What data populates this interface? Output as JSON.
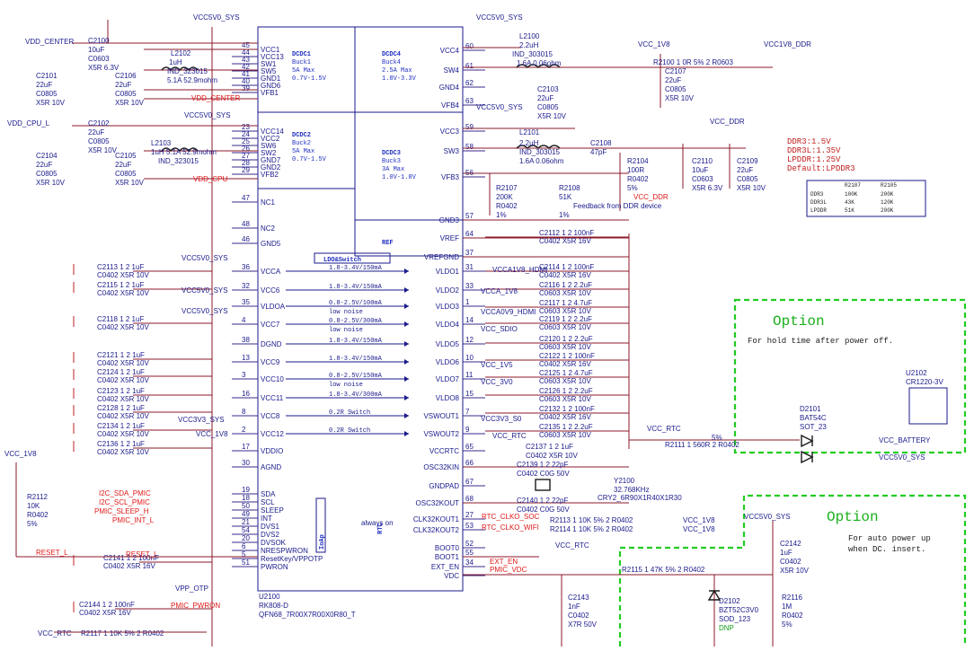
{
  "chip": {
    "ref": "U2100",
    "part": "RK808-D",
    "pkg": "QFN68_7R00X7R00X0R80_T",
    "blocks": {
      "dcdc1": [
        "DCDC1",
        "Buck1",
        "5A Max",
        "0.7V-1.5V"
      ],
      "dcdc2": [
        "DCDC2",
        "Buck2",
        "5A Max",
        "0.7V-1.5V"
      ],
      "dcdc3": [
        "DCDC3",
        "Buck3",
        "3A Max",
        "1.0V-1.8V"
      ],
      "dcdc4": [
        "DCDC4",
        "Buck4",
        "2.5A Max",
        "1.8V-3.3V"
      ],
      "ref": "REF",
      "ldo_switch": "LDO&Switch",
      "rtc": [
        "RTC",
        "always on"
      ],
      "ioap": "IoAp"
    },
    "left_pins": [
      {
        "num": "45",
        "name": "VCC1"
      },
      {
        "num": "44",
        "name": "VCC13"
      },
      {
        "num": "43",
        "name": "SW1"
      },
      {
        "num": "42",
        "name": "SW5"
      },
      {
        "num": "41",
        "name": "GND1"
      },
      {
        "num": "40",
        "name": "GND6"
      },
      {
        "num": "39",
        "name": "VFB1"
      },
      {
        "num": "23",
        "name": "VCC14"
      },
      {
        "num": "24",
        "name": "VCC2"
      },
      {
        "num": "25",
        "name": "SW6"
      },
      {
        "num": "26",
        "name": "SW2"
      },
      {
        "num": "27",
        "name": "GND7"
      },
      {
        "num": "28",
        "name": "GND2"
      },
      {
        "num": "29",
        "name": "VFB2"
      },
      {
        "num": "47",
        "name": "NC1"
      },
      {
        "num": "48",
        "name": "NC2"
      },
      {
        "num": "46",
        "name": "GND5"
      },
      {
        "num": "36",
        "name": "VCCA"
      },
      {
        "num": "32",
        "name": "VCC6"
      },
      {
        "num": "35",
        "name": "VLDOA"
      },
      {
        "num": "4",
        "name": "VCC7"
      },
      {
        "num": "38",
        "name": "DGND"
      },
      {
        "num": "13",
        "name": "VCC9"
      },
      {
        "num": "3",
        "name": "VCC10"
      },
      {
        "num": "16",
        "name": "VCC11"
      },
      {
        "num": "8",
        "name": "VCC8"
      },
      {
        "num": "2",
        "name": "VCC12"
      },
      {
        "num": "17",
        "name": "VDDIO"
      },
      {
        "num": "30",
        "name": "AGND"
      },
      {
        "num": "19",
        "name": "SDA"
      },
      {
        "num": "18",
        "name": "SCL"
      },
      {
        "num": "50",
        "name": "SLEEP"
      },
      {
        "num": "49",
        "name": "INT"
      },
      {
        "num": "21",
        "name": "DVS1"
      },
      {
        "num": "54",
        "name": "DVS2"
      },
      {
        "num": "20",
        "name": "DVSOK"
      },
      {
        "num": "6",
        "name": "NRESPWRON"
      },
      {
        "num": "5",
        "name": "ResetKey/VPPOTP"
      },
      {
        "num": "51",
        "name": "PWRON"
      }
    ],
    "right_pins": [
      {
        "num": "60",
        "name": "VCC4"
      },
      {
        "num": "61",
        "name": "SW4"
      },
      {
        "num": "62",
        "name": "GND4"
      },
      {
        "num": "63",
        "name": "VFB4"
      },
      {
        "num": "59",
        "name": "VCC3"
      },
      {
        "num": "58",
        "name": "SW3"
      },
      {
        "num": "56",
        "name": "VFB3"
      },
      {
        "num": "57",
        "name": "GND3"
      },
      {
        "num": "64",
        "name": "VREF"
      },
      {
        "num": "37",
        "name": "VREFGND"
      },
      {
        "num": "31",
        "name": "VLDO1"
      },
      {
        "num": "33",
        "name": "VLDO2"
      },
      {
        "num": "1",
        "name": "VLDO3"
      },
      {
        "num": "14",
        "name": "VLDO4"
      },
      {
        "num": "12",
        "name": "VLDO5"
      },
      {
        "num": "10",
        "name": "VLDO6"
      },
      {
        "num": "11",
        "name": "VLDO7"
      },
      {
        "num": "15",
        "name": "VLDO8"
      },
      {
        "num": "7",
        "name": "VSWOUT1"
      },
      {
        "num": "9",
        "name": "VSWOUT2"
      },
      {
        "num": "65",
        "name": "VCCRTC"
      },
      {
        "num": "66",
        "name": "OSC32KIN"
      },
      {
        "num": "67",
        "name": "GNDPAD"
      },
      {
        "num": "68",
        "name": "OSC32KOUT"
      },
      {
        "num": "27",
        "name": "CLK32KOUT1"
      },
      {
        "num": "53",
        "name": "CLK32KOUT2"
      },
      {
        "num": "52",
        "name": "BOOT0"
      },
      {
        "num": "55",
        "name": "BOOT1"
      },
      {
        "num": "34",
        "name": "EXT_EN"
      },
      {
        "num": "",
        "name": "VDC"
      }
    ],
    "ldo_specs": [
      "1.8-3.4V/150mA",
      "1.8-3.4V/150mA",
      "0.8-2.5V/100mA low noise",
      "0.8-2.5V/300mA low noise",
      "1.8-3.4V/150mA",
      "1.8-3.4V/150mA",
      "0.8-2.5V/150mA low noise",
      "1.8-3.4V/300mA",
      "0.2R Switch",
      "0.2R Switch"
    ]
  },
  "nets": {
    "vcc5v0_sys": "VCC5V0_SYS",
    "vdd_center": "VDD_CENTER",
    "vdd_cpu_l": "VDD_CPU_L",
    "vcc_1v8": "VCC_1V8",
    "vcc1v8_ddr": "VCC1V8_DDR",
    "vcc_ddr": "VCC_DDR",
    "vcc_rtc": "VCC_RTC",
    "vcc_battery": "VCC_BATTERY",
    "vcc1v8_hdmi": "VCCA1V8_HDMI",
    "vcca_1v8": "VCCA_1V8",
    "vcca0v9_hdmi": "VCCA0V9_HDMI",
    "vcc_sdio": "VCC_SDIO",
    "vcc_1v5": "VCC_1V5",
    "vcc_3v0": "VCC_3V0",
    "vcc3v3_s0": "VCC3V3_S0",
    "vcc3v3_sys": "VCC3V3_SYS",
    "vpp_otp": "VPP_OTP",
    "i2c_sda": "I2C_SDA_PMIC",
    "i2c_scl": "I2C_SCL_PMIC",
    "pmic_sleep": "PMIC_SLEEP_H",
    "pmic_int": "PMIC_INT_L",
    "reset_l": "RESET_L",
    "rtc_clko_soc": "RTC_CLKO_SOC",
    "rtc_clko_wifi": "RTC_CLKO_WIFI",
    "ext_en": "EXT_EN",
    "pmic_vdc": "PMIC_VDC",
    "pmic_pwron": "PMIC_PWRON",
    "vdd_center_fb": "VDD_CENTER",
    "vdd_cpu_fb": "VDD_CPU",
    "ddr_fb_note": "Feedback from DDR device"
  },
  "inductors": {
    "l2102": [
      "L2102",
      "1uH",
      "IND_323015",
      "5.1A 52.9mohm"
    ],
    "l2103": [
      "L2103",
      "1uH 5.1A 52.9mohm",
      "IND_323015"
    ],
    "l2100": [
      "L2100",
      "2.2uH",
      "IND_303015",
      "1.6A 0.06ohm"
    ],
    "l2101": [
      "L2101",
      "2.2uH",
      "IND_303015",
      "1.6A 0.06ohm"
    ]
  },
  "caps_left": [
    {
      "ref": "C2100",
      "val": "10uF",
      "pkg": "C0603",
      "spec": "X5R 6.3V"
    },
    {
      "ref": "C2101",
      "val": "22uF",
      "pkg": "C0805",
      "spec": "X5R 10V"
    },
    {
      "ref": "C2106",
      "val": "22uF",
      "pkg": "C0805",
      "spec": "X5R 10V"
    },
    {
      "ref": "C2102",
      "val": "22uF",
      "pkg": "C0805",
      "spec": "X5R 10V"
    },
    {
      "ref": "C2104",
      "val": "22uF",
      "pkg": "C0805",
      "spec": "X5R 10V"
    },
    {
      "ref": "C2105",
      "val": "22uF",
      "pkg": "C0805",
      "spec": "X5R 10V"
    },
    {
      "ref": "C2113",
      "val": "1uF",
      "pkg": "C0402",
      "spec": "X5R 10V"
    },
    {
      "ref": "C2115",
      "val": "1uF",
      "pkg": "C0402",
      "spec": "X5R 10V"
    },
    {
      "ref": "C2118",
      "val": "1uF",
      "pkg": "C0402",
      "spec": "X5R 10V"
    },
    {
      "ref": "C2121",
      "val": "1uF",
      "pkg": "C0402",
      "spec": "X5R 10V"
    },
    {
      "ref": "C2124",
      "val": "1uF",
      "pkg": "C0402",
      "spec": "X5R 10V"
    },
    {
      "ref": "C2123",
      "val": "1uF",
      "pkg": "C0402",
      "spec": "X5R 10V"
    },
    {
      "ref": "C2128",
      "val": "1uF",
      "pkg": "C0402",
      "spec": "X5R 10V"
    },
    {
      "ref": "C2134",
      "val": "1uF",
      "pkg": "C0402",
      "spec": "X5R 10V"
    },
    {
      "ref": "C2136",
      "val": "1uF",
      "pkg": "C0402",
      "spec": "X5R 10V"
    },
    {
      "ref": "C2141",
      "val": "100nF",
      "pkg": "C0402",
      "spec": "X5R 16V"
    },
    {
      "ref": "C2144",
      "val": "100nF",
      "pkg": "C0402",
      "spec": "X5R 16V"
    }
  ],
  "caps_right": [
    {
      "ref": "C2114",
      "val": "100nF",
      "pkg": "C0402",
      "spec": "X5R 16V"
    },
    {
      "ref": "C2116",
      "val": "2.2uF",
      "pkg": "C0603",
      "spec": "X5R 10V"
    },
    {
      "ref": "C2117",
      "val": "4.7uF",
      "pkg": "C0603",
      "spec": "X5R 10V"
    },
    {
      "ref": "C2119",
      "val": "2.2uF",
      "pkg": "C0603",
      "spec": "X5R 10V"
    },
    {
      "ref": "C2120",
      "val": "2.2uF",
      "pkg": "C0603",
      "spec": "X5R 10V"
    },
    {
      "ref": "C2122",
      "val": "100nF",
      "pkg": "C0402",
      "spec": "X5R 16V"
    },
    {
      "ref": "C2125",
      "val": "4.7uF",
      "pkg": "C0603",
      "spec": "X5R 10V"
    },
    {
      "ref": "C2126",
      "val": "2.2uF",
      "pkg": "C0603",
      "spec": "X5R 10V"
    },
    {
      "ref": "C2132",
      "val": "100nF",
      "pkg": "C0402",
      "spec": "X5R 16V"
    },
    {
      "ref": "C2135",
      "val": "2.2uF",
      "pkg": "C0603",
      "spec": "X5R 10V"
    },
    {
      "ref": "C2112",
      "val": "100nF",
      "pkg": "C0402",
      "spec": "X5R 16V"
    }
  ],
  "ddr": {
    "lines": [
      "DDR3:1.5V",
      "DDR3L:1.35V",
      "LPDDR:1.25V",
      "Default:LPDDR3"
    ],
    "table_head": [
      "",
      "R2107",
      "R2105"
    ],
    "table_rows": [
      [
        "DDR3",
        "100K",
        "200K"
      ],
      [
        "DDR3L",
        "43K",
        "120K"
      ],
      [
        "LPDDR",
        "51K",
        "200K"
      ]
    ]
  },
  "options": {
    "top_title": "Option",
    "top_desc": "For hold time after power off.",
    "bottom_title": "Option",
    "bottom_desc": [
      "For auto power up",
      "when DC. insert."
    ]
  },
  "crystal": {
    "ref": "Y2100",
    "freq": "32.768KHz",
    "pkg": "CRY2_6R90X1R40X1R30"
  },
  "battery": {
    "ref": "U2102",
    "part": "CR1220-3V"
  },
  "diodes": {
    "d2101": [
      "D2101",
      "BAT54C",
      "SOT_23"
    ],
    "d2102": [
      "D2102",
      "BZT52C3V0",
      "SOD_123",
      "DNP"
    ]
  }
}
